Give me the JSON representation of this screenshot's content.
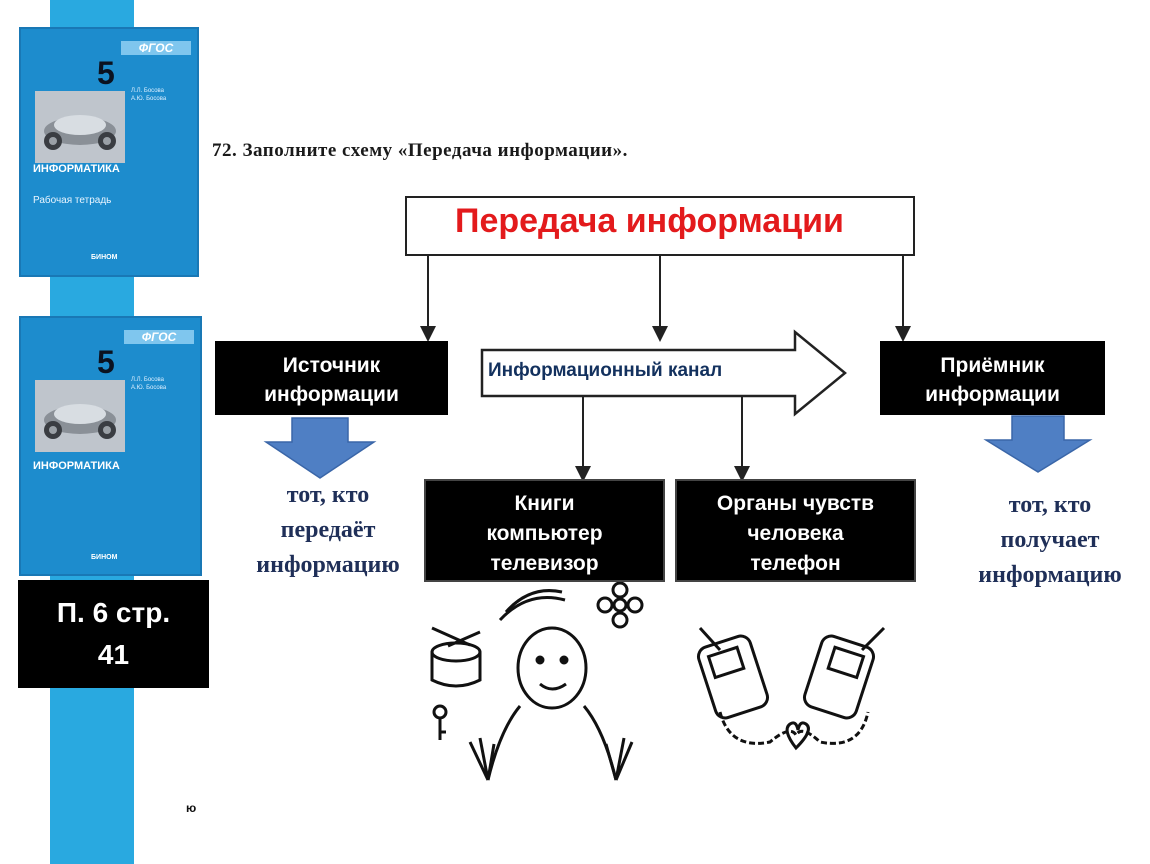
{
  "books": [
    {
      "series": "ФГОС",
      "grade": "5",
      "authors": [
        "Л.Л. Босова",
        "А.Ю. Босова"
      ],
      "subject": "ИНФОРМАТИКА",
      "kind": "Рабочая тетрадь",
      "publisher": "БИНОМ"
    },
    {
      "series": "ФГОС",
      "grade": "5",
      "authors": [
        "Л.Л. Босова",
        "А.Ю. Босова"
      ],
      "subject": "ИНФОРМАТИКА",
      "publisher": "БИНОМ"
    }
  ],
  "reference": {
    "line1": "П. 6 стр.",
    "line2": "41"
  },
  "task": {
    "text": "72. Заполните схему «Передача информации»."
  },
  "diagram": {
    "title": "Передача информации",
    "source": {
      "line1": "Источник",
      "line2": "информации"
    },
    "channel": "Информационный канал",
    "receiver": {
      "line1": "Приёмник",
      "line2": "информации"
    },
    "channel_examples": {
      "line1": "Книги",
      "line2": "компьютер",
      "line3": "телевизор"
    },
    "receiver_examples": {
      "line1": "Органы чувств",
      "line2": "человека",
      "line3": "телефон"
    },
    "source_note": {
      "line1": "тот, кто",
      "line2": "передаёт",
      "line3": "информацию"
    },
    "receiver_note": {
      "line1": "тот, кто",
      "line2": "получает",
      "line3": "информацию"
    }
  },
  "colors": {
    "strip": "#29a9e0",
    "book": "#1d8ccd",
    "title": "#e31a1c",
    "note": "#1f2f58",
    "arrow_blue": "#4f7fc4"
  }
}
